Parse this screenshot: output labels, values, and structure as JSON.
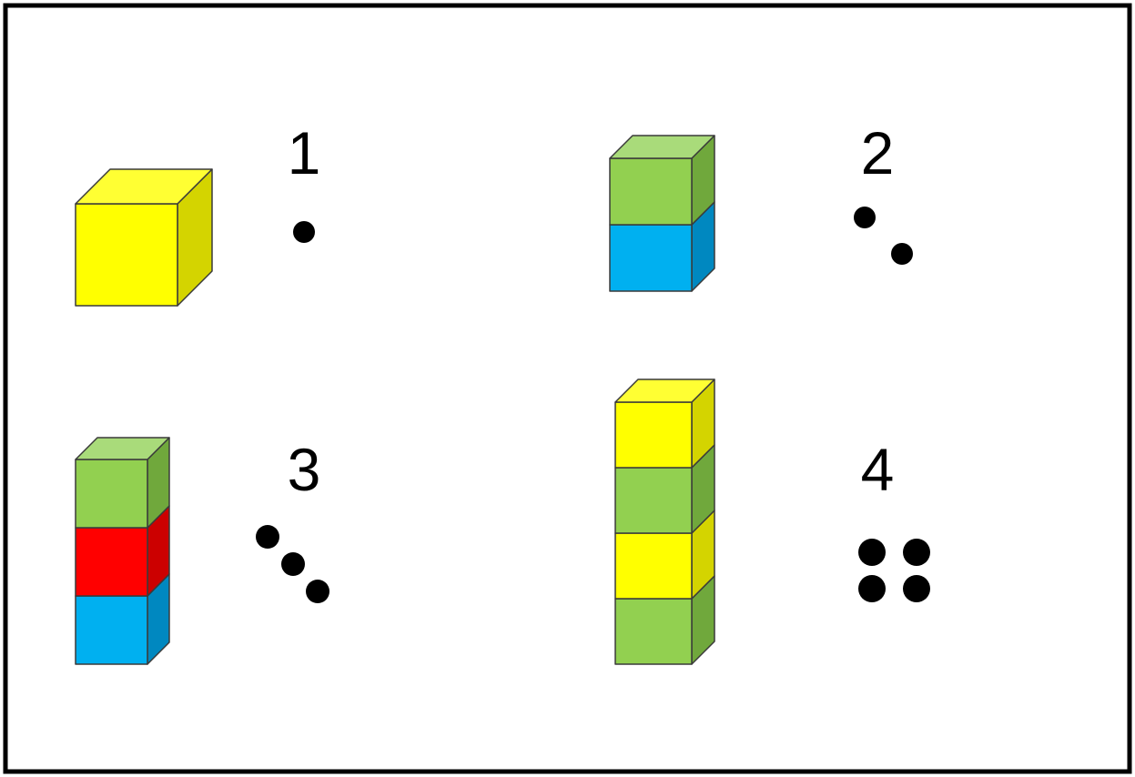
{
  "groups": [
    {
      "label": "1",
      "blocks": [
        "yellow"
      ],
      "dot_count": 1
    },
    {
      "label": "2",
      "blocks": [
        "blue",
        "green"
      ],
      "dot_count": 2
    },
    {
      "label": "3",
      "blocks": [
        "blue",
        "red",
        "green"
      ],
      "dot_count": 3
    },
    {
      "label": "4",
      "blocks": [
        "green",
        "yellow",
        "green",
        "yellow"
      ],
      "dot_count": 4
    }
  ],
  "colors": {
    "yellow": {
      "front": "#ffff00",
      "top": "#ffff33",
      "side": "#d4d400"
    },
    "green": {
      "front": "#92d050",
      "top": "#a9db7a",
      "side": "#70a83c"
    },
    "blue": {
      "front": "#00b0f0",
      "top": "#33c0f3",
      "side": "#0088c0"
    },
    "red": {
      "front": "#ff0000",
      "top": "#ff4040",
      "side": "#cc0000"
    },
    "outline": "#3a3a3a",
    "dot": "#000000",
    "frame": "#000000"
  }
}
